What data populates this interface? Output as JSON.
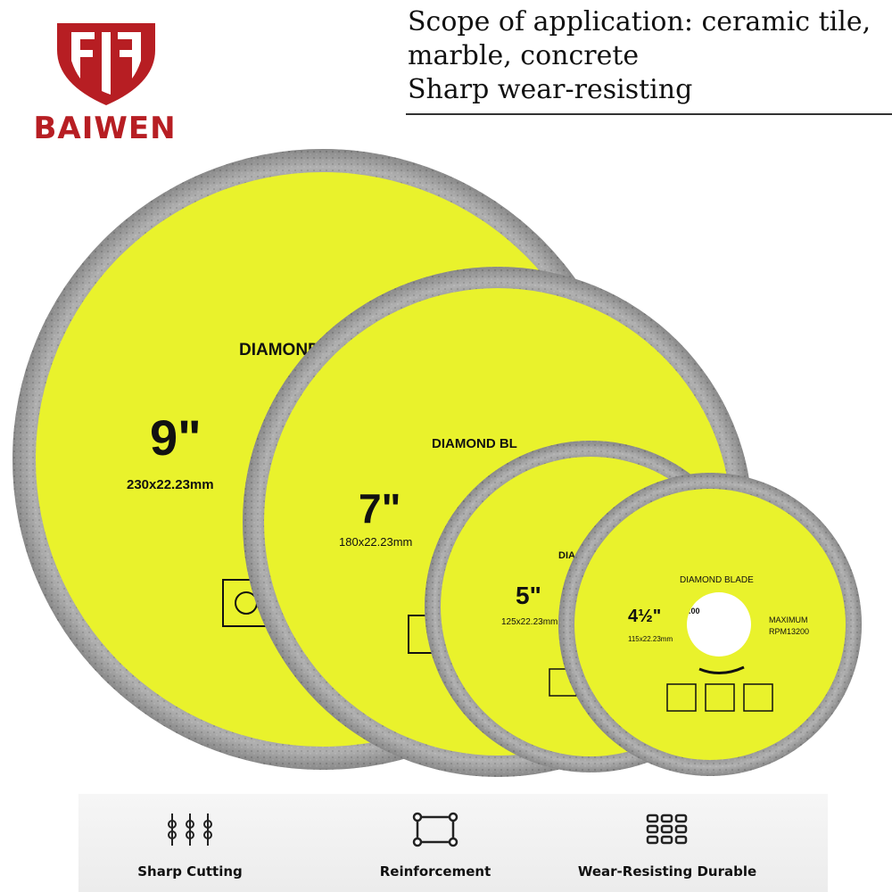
{
  "brand": {
    "name": "BAIWEN",
    "color": "#b71e23"
  },
  "headline": {
    "lines": [
      "Scope of application: ceramic tile,",
      "marble, concrete",
      "Sharp wear-resisting"
    ]
  },
  "blades": [
    {
      "title": "DIAMOND",
      "size": "9\"",
      "spec": "230x22.23mm"
    },
    {
      "title": "DIAMOND BL",
      "size": "7\"",
      "spec": "180x22.23mm"
    },
    {
      "title": "DIA",
      "size": "5\"",
      "spec": "125x22.23mm"
    },
    {
      "title": "DIAMOND BLADE",
      "size": "4½\"",
      "spec": "115x22.23mm",
      "speed_label": "MAXIMUM",
      "speed_value": "RPM13200",
      "fragment": ".00"
    }
  ],
  "colors": {
    "blade_face": "#e9f22c",
    "rim": "#9a9a9a",
    "text": "#111111"
  },
  "features": [
    {
      "icon": "sharp-cutting-icon",
      "label": "Sharp Cutting"
    },
    {
      "icon": "reinforcement-icon",
      "label": "Reinforcement"
    },
    {
      "icon": "grid-durable-icon",
      "label": "Wear-Resisting Durable"
    }
  ]
}
